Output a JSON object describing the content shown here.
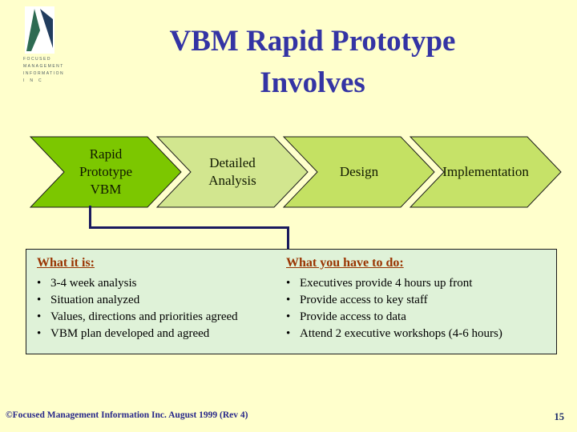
{
  "title": {
    "line1": "VBM Rapid Prototype",
    "line2": "Involves"
  },
  "logo": {
    "lines": [
      "FOCUSED",
      "MANAGEMENT",
      "INFORMATION",
      "INC"
    ],
    "mark_colors": {
      "green": "#2E6B52",
      "navy": "#223D5E"
    }
  },
  "process": {
    "steps": [
      {
        "label": "Rapid Prototype VBM",
        "color": "#7CC700"
      },
      {
        "label": "Detailed Analysis",
        "color": "#D2E68F"
      },
      {
        "label": "Design",
        "color": "#C4E163"
      },
      {
        "label": "Implementation",
        "color": "#C6E268"
      }
    ],
    "outline_color": "#1A1A1A",
    "connector_color": "#1A1A5E"
  },
  "panel": {
    "bullet_glyph": "•",
    "background": "#DFF2D8",
    "heading_color": "#993300",
    "left": {
      "heading": "What it is:",
      "bullets": [
        "3-4 week analysis",
        "Situation analyzed",
        "Values, directions and priorities agreed",
        "VBM plan developed and agreed"
      ]
    },
    "right": {
      "heading": "What you have to do:",
      "bullets": [
        "Executives provide 4 hours up front",
        "Provide access to key staff",
        "Provide access to data",
        "Attend 2 executive workshops (4-6 hours)"
      ]
    }
  },
  "footer": {
    "copyright": "©Focused Management Information Inc. August 1999 (Rev 4)",
    "page_number": "15"
  },
  "colors": {
    "slide_background": "#FFFFCC",
    "title_text": "#3434A4"
  }
}
